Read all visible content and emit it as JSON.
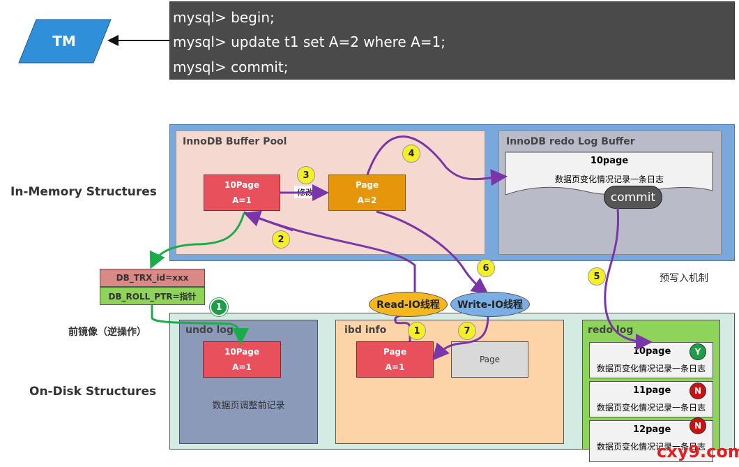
{
  "tm": {
    "label": "TM"
  },
  "terminal": {
    "lines": [
      "mysql> begin;",
      "mysql> update t1 set A=2 where A=1;",
      "mysql> commit;"
    ]
  },
  "sections": {
    "memory": "In-Memory Structures",
    "disk": "On-Disk Structures"
  },
  "buffer_pool": {
    "title": "InnoDB Buffer Pool",
    "page_before": {
      "title": "10Page",
      "value": "A=1"
    },
    "modify_label": "修改",
    "page_after": {
      "title": "Page",
      "value": "A=2"
    }
  },
  "redo_log_buffer": {
    "title": "InnoDB redo Log Buffer",
    "entry_title": "10page",
    "entry_desc": "数据页变化情况记录一条日志",
    "commit_label": "commit"
  },
  "wal_label": "预写入机制",
  "undo_record": {
    "trx_id": "DB_TRX_id=xxx",
    "roll_ptr": "DB_ROLL_PTR=指针"
  },
  "before_image_label": "前镜像（逆操作）",
  "threads": {
    "read": "Read-IO线程",
    "write": "Write-IO线程"
  },
  "undo_log": {
    "title": "undo log",
    "page_title": "10Page",
    "page_value": "A=1",
    "caption": "数据页调整前记录"
  },
  "ibd": {
    "title": "ibd  info",
    "page_title": "Page",
    "page_value": "A=1",
    "page2_title": "Page"
  },
  "redo_log": {
    "title": "redo log",
    "entries": [
      {
        "page": "10page",
        "desc": "数据页变化情况记录一条日志",
        "flag": "Y"
      },
      {
        "page": "11page",
        "desc": "数据页变化情况记录一条日志",
        "flag": "N"
      },
      {
        "page": "12page",
        "desc": "数据页变化情况记录一条日志",
        "flag": "N"
      }
    ]
  },
  "steps": [
    "1",
    "2",
    "3",
    "4",
    "5",
    "6",
    "7",
    "1"
  ],
  "watermark": "cxy9.com",
  "colors": {
    "terminal": "#4a4a4a",
    "memory_bg": "#78a8dc",
    "disk_bg": "#d3ebe2",
    "arrow_purple": "#7a35a8",
    "arrow_green": "#1aab4a"
  }
}
